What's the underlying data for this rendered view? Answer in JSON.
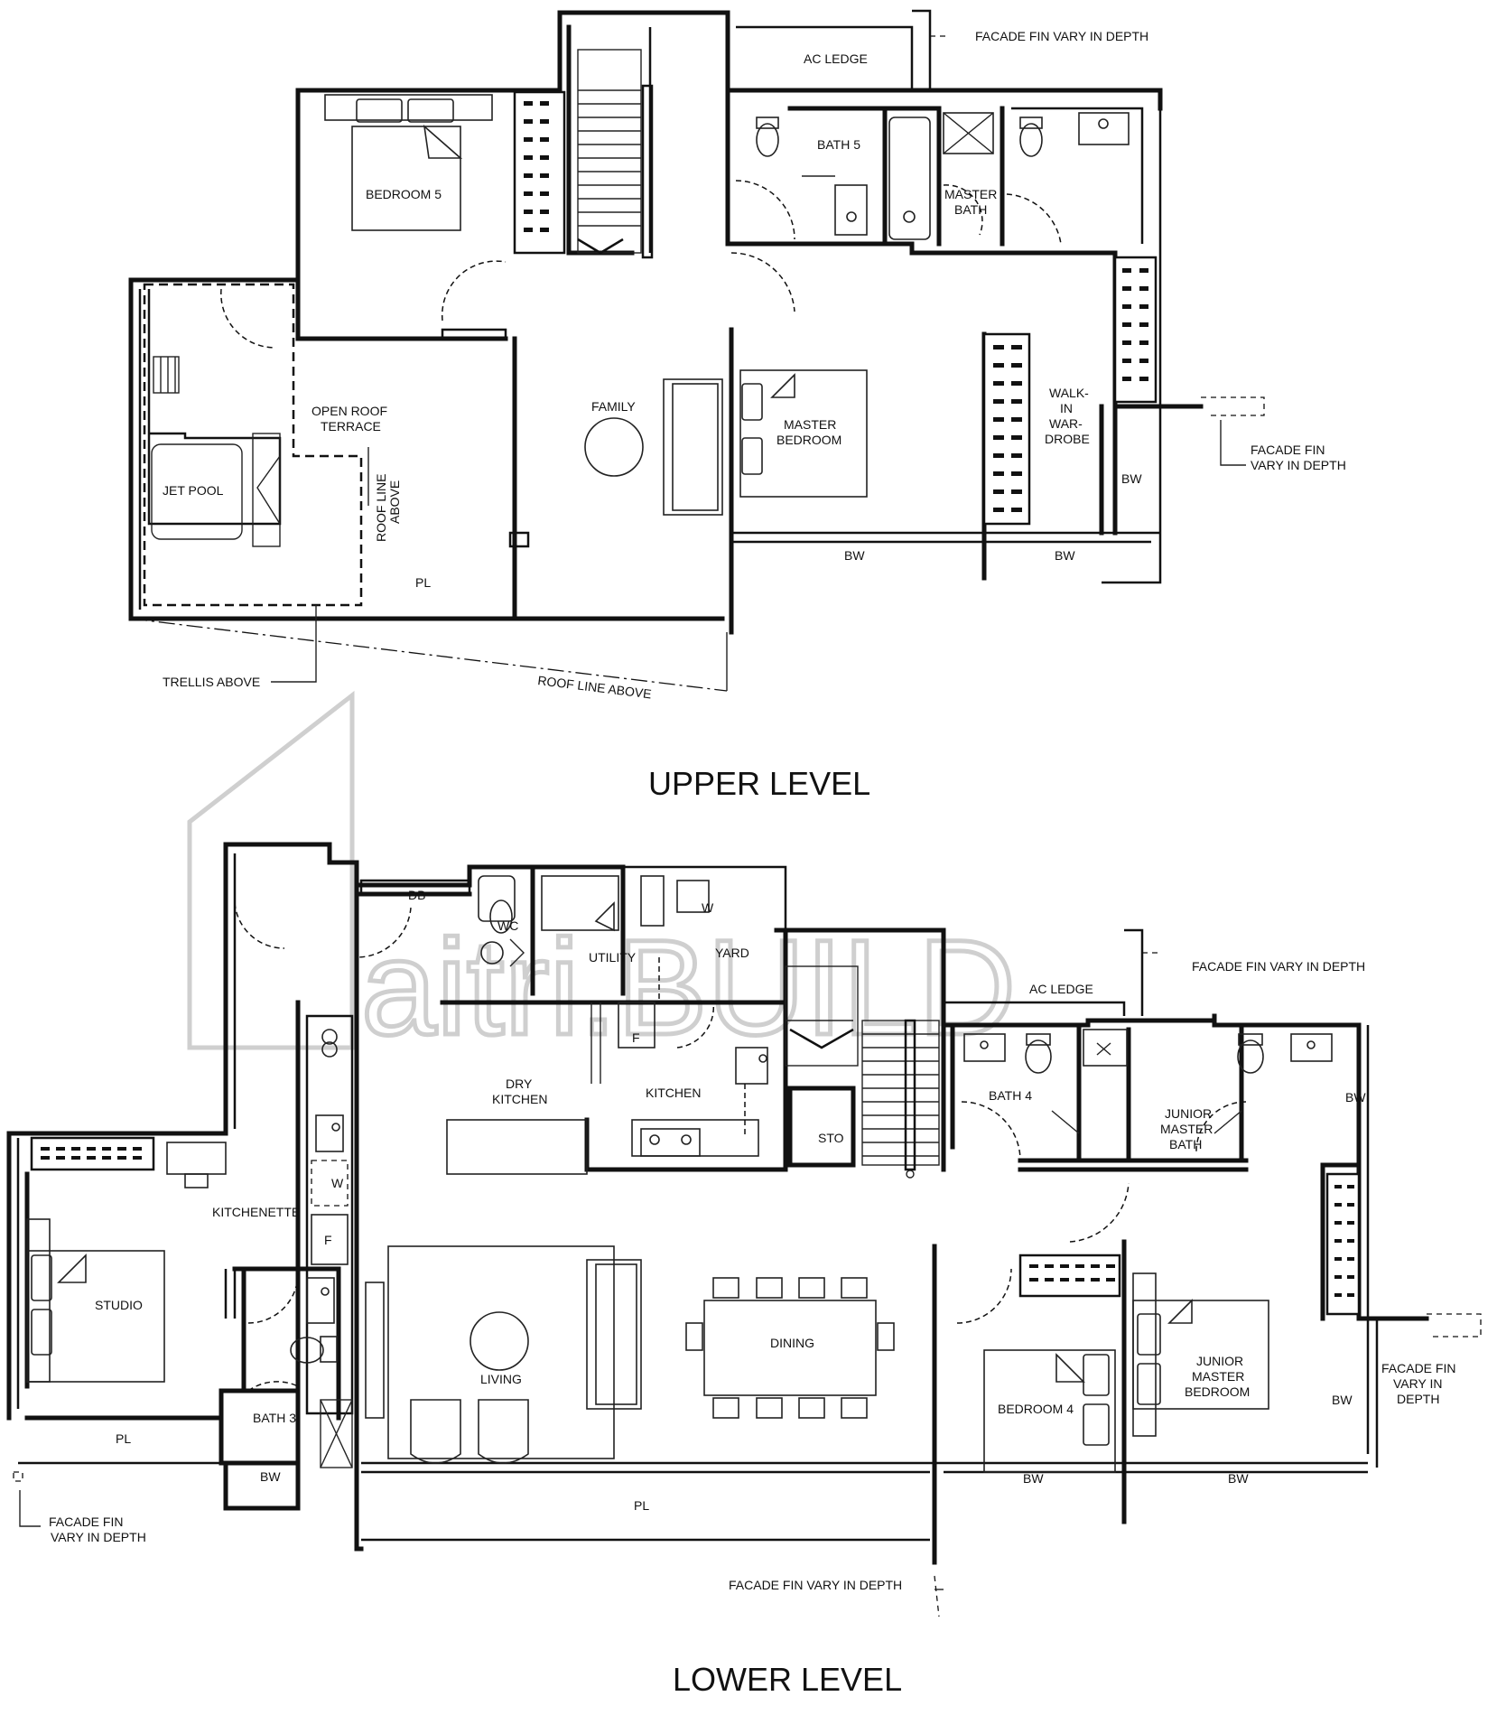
{
  "titles": {
    "upper_level": "UPPER LEVEL",
    "lower_level": "LOWER LEVEL"
  },
  "watermark": "aitri.BUILD",
  "upper": {
    "ac_ledge": "AC LEDGE",
    "facade_fin_top": "FACADE FIN VARY IN DEPTH",
    "bedroom5": "BEDROOM 5",
    "bath5": "BATH 5",
    "master_bath_1": "MASTER",
    "master_bath_2": "BATH",
    "family": "FAMILY",
    "master_bedroom_1": "MASTER",
    "master_bedroom_2": "BEDROOM",
    "wardrobe_1": "WALK-",
    "wardrobe_2": "IN",
    "wardrobe_3": "WAR-",
    "wardrobe_4": "DROBE",
    "facade_fin_right_1": "FACADE FIN",
    "facade_fin_right_2": "VARY IN DEPTH",
    "open_roof_1": "OPEN ROOF",
    "open_roof_2": "TERRACE",
    "roof_line_vert_1": "ROOF LINE",
    "roof_line_vert_2": "ABOVE",
    "jet_pool": "JET POOL",
    "pl": "PL",
    "bw_right": "BW",
    "bw_1": "BW",
    "bw_2": "BW",
    "trellis_above": "TRELLIS ABOVE",
    "roof_line_above": "ROOF LINE ABOVE"
  },
  "lower": {
    "db": "DB",
    "wc": "WC",
    "utility": "UTILITY",
    "w_yard": "W",
    "yard": "YARD",
    "facade_fin_top": "FACADE FIN VARY IN DEPTH",
    "ac_ledge": "AC LEDGE",
    "fridge_kitchen": "F",
    "dry_kitchen_1": "DRY",
    "dry_kitchen_2": "KITCHEN",
    "kitchen": "KITCHEN",
    "sto": "STO",
    "bath4": "BATH 4",
    "junior_master_bath_1": "JUNIOR",
    "junior_master_bath_2": "MASTER",
    "junior_master_bath_3": "BATH",
    "bw_right_top": "BW",
    "w_kitchenette": "W",
    "kitchenette": "KITCHENETTE",
    "fridge_kitchenette": "F",
    "studio": "STUDIO",
    "living": "LIVING",
    "dining": "DINING",
    "bedroom4": "BEDROOM 4",
    "junior_master_bedroom_1": "JUNIOR",
    "junior_master_bedroom_2": "MASTER",
    "junior_master_bedroom_3": "BEDROOM",
    "facade_fin_right_1": "FACADE FIN",
    "facade_fin_right_2": "VARY IN",
    "facade_fin_right_3": "DEPTH",
    "bw_right": "BW",
    "pl_left": "PL",
    "bath3": "BATH 3",
    "bw_bath3": "BW",
    "pl_main": "PL",
    "bw_bedroom4": "BW",
    "bw_junior": "BW",
    "facade_fin_left_1": "FACADE FIN",
    "facade_fin_left_2": "VARY IN DEPTH",
    "facade_fin_bottom": "FACADE FIN VARY IN DEPTH"
  }
}
